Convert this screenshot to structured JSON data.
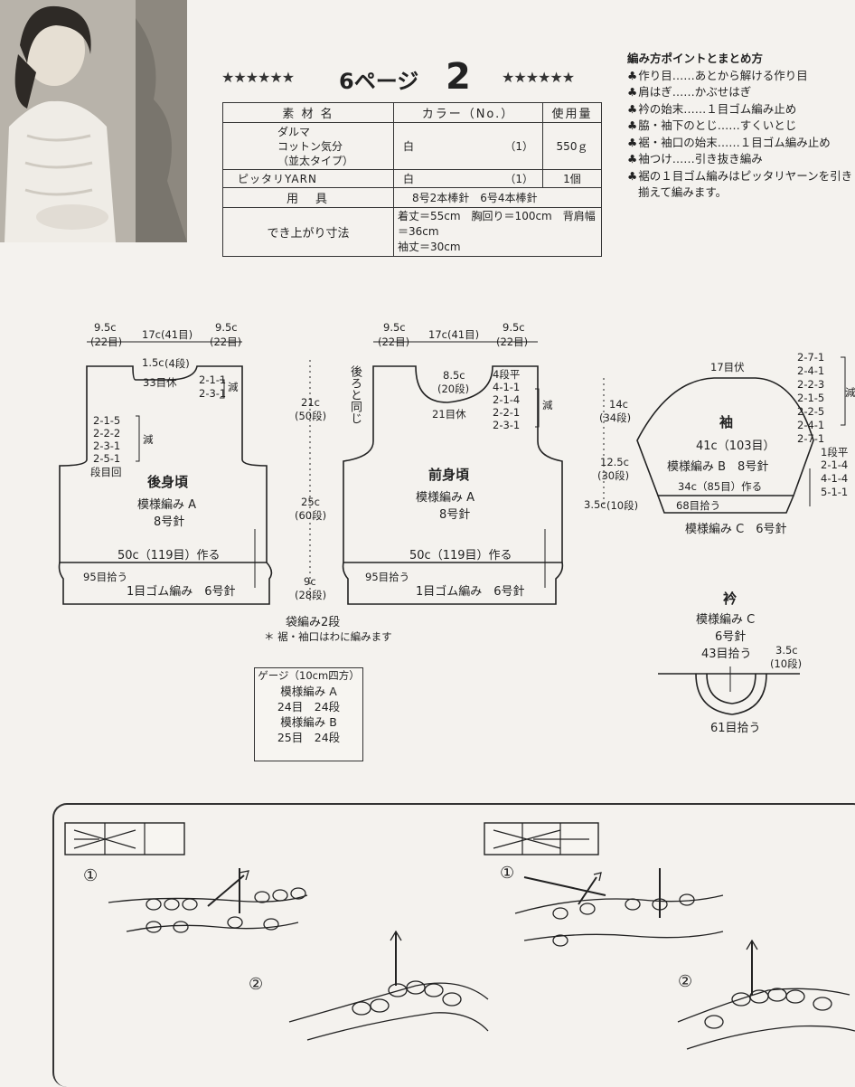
{
  "header": {
    "stars": "★★★★★★",
    "page_label": "6ページ",
    "page_number": "2"
  },
  "materials": {
    "headers": [
      "素 材 名",
      "カラー（No.）",
      "使用量"
    ],
    "rows": [
      {
        "name": "ダルマ\nコットン気分\n（並太タイプ）",
        "color": "白",
        "no": "（1）",
        "amount": "550ｇ"
      },
      {
        "name": "ピッタリYARN",
        "color": "白",
        "no": "（1）",
        "amount": "1個"
      }
    ],
    "tools_label": "用　具",
    "tools_value": "8号2本棒針　6号4本棒針",
    "size_label": "でき上がり寸法",
    "size_value_1": "着丈＝55cm　胸回り＝100cm　背肩幅＝36cm",
    "size_value_2": "袖丈＝30cm"
  },
  "notes": {
    "heading": "編み方ポイントとまとめ方",
    "items": [
      "作り目……あとから解ける作り目",
      "肩はぎ……かぶせはぎ",
      "衿の始末……１目ゴム編み止め",
      "脇・袖下のとじ……すくいとじ",
      "裾・袖口の始末……１目ゴム編み止め",
      "袖つけ……引き抜き編み",
      "裾の１目ゴム編みはピッタリヤーンを引き"
    ],
    "continuation": "揃えて編みます。"
  },
  "back": {
    "top_w1": "9.5c",
    "top_w1b": "(22目)",
    "top_mid": "17c(41目)",
    "top_w2": "9.5c",
    "top_w2b": "(22目)",
    "neck1": "1.5c",
    "neck1b": "(4段)",
    "neck_rest": "33目休",
    "shoulder_dec": [
      "2-1-1",
      "2-3-1"
    ],
    "shoulder_label": "減",
    "arm_dec": [
      "2-1-5",
      "2-2-2",
      "2-3-1",
      "2-5-1"
    ],
    "arm_label": "減",
    "arm_foot": "段目回",
    "name": "後身頃",
    "pattern": "模様編み A",
    "needle": "8号針",
    "cast_on": "50c（119目）作る",
    "pick_up": "95目拾う",
    "rib": "1目ゴム編み　6号針"
  },
  "center": {
    "h1": "21c",
    "h1b": "(50段)",
    "h2": "25c",
    "h2b": "(60段)",
    "h3": "9c",
    "h3b": "(28段)",
    "bag": "袋編み2段",
    "note": "＊ 裾・袖口はわに編みます"
  },
  "front": {
    "same_as_back": "後ろと同じ",
    "top_w1": "9.5c",
    "top_w1b": "(22目)",
    "top_mid": "17c(41目)",
    "top_w2": "9.5c",
    "top_w2b": "(22目)",
    "neck1": "8.5c",
    "neck1b": "(20段)",
    "neck_rest": "21目休",
    "neck_dec": [
      "4段平",
      "4-1-1",
      "2-1-4",
      "2-2-1",
      "2-3-1"
    ],
    "dec_label": "減",
    "name": "前身頃",
    "pattern": "模様編み A",
    "needle": "8号針",
    "cast_on": "50c（119目）作る",
    "pick_up": "95目拾う",
    "rib": "1目ゴム編み　6号針"
  },
  "sleeve": {
    "top_rest": "17目伏",
    "dec": [
      "2-7-1",
      "2-4-1",
      "2-2-3",
      "2-1-5",
      "2-2-5",
      "2-4-1",
      "2-7-1"
    ],
    "dec_label": "減",
    "h1": "14c",
    "h1b": "(34段)",
    "h2": "12.5c",
    "h2b": "(30段)",
    "h3": "3.5c",
    "h3b": "(10段)",
    "name": "袖",
    "width": "41c（103目）",
    "inc": [
      "1段平",
      "2-1-4",
      "4-1-4",
      "5-1-1"
    ],
    "pattern": "模様編み B　8号針",
    "cast_on": "34c（85目）作る",
    "pick_up": "68目拾う",
    "rib": "模様編み C　6号針"
  },
  "collar": {
    "name": "衿",
    "pattern": "模様編み C",
    "needle": "6号針",
    "pick1": "43目拾う",
    "h": "3.5c",
    "hb": "(10段)",
    "pick2": "61目拾う"
  },
  "gauge": {
    "title": "ゲージ（10cm四方）",
    "a_label": "模様編み A",
    "a_value": "24目　24段",
    "b_label": "模様編み B",
    "b_value": "25目　24段"
  },
  "stitch": {
    "step1": "①",
    "step2": "②"
  }
}
